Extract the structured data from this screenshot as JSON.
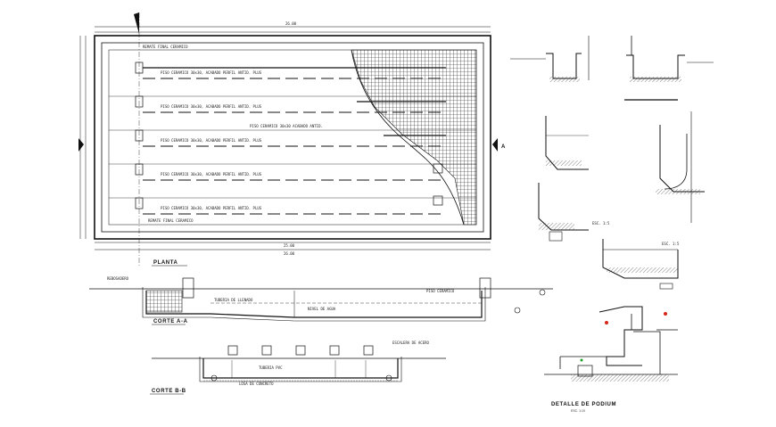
{
  "plan": {
    "title": "PLANTA",
    "marker_label": "A",
    "lane_label": "PISO CERAMICO 30x30, ACABADO PERFIL ANTID. PLUS",
    "center_note": "PISO CERAMICO 30x30\nACABADO ANTID.",
    "top_note": "REMATE FINAL CERAMICO",
    "bottom_note": "REMATE FINAL CERAMICO",
    "dim_bottom_1": "25.00",
    "dim_bottom_2": "26.00",
    "dim_top": "26.00"
  },
  "section_a": {
    "title": "CORTE A-A",
    "label_1": "REBOSADERO",
    "label_2": "TUBERIA DE LLENADO",
    "label_3": "NIVEL DE AGUA",
    "label_4": "PISO CERAMICO"
  },
  "section_b": {
    "title": "CORTE B-B",
    "label_1": "ESCALERA DE ACERO",
    "label_2": "TUBERIA PVC",
    "label_3": "LOSA DE CONCRETO"
  },
  "detail": {
    "title": "DETALLE DE PODIUM",
    "subtitle": "ESC. 1:10",
    "scale_1": "ESC. 1:5",
    "scale_2": "ESC. 1:5"
  }
}
